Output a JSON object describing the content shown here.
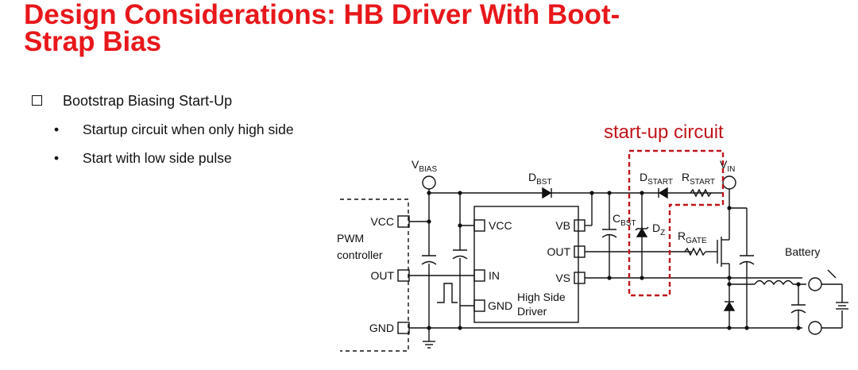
{
  "slide": {
    "title_line1": "Design Considerations: HB Driver With Boot-",
    "title_line2": "Strap Bias",
    "bullet": "Bootstrap Biasing Start-Up",
    "sub_bullets": [
      "Startup circuit when only high side",
      "Start with low side pulse"
    ]
  },
  "diagram": {
    "highlight_label": "start-up circuit",
    "highlight_color": "#c0141a",
    "vbias": {
      "main": "V",
      "sub": "BIAS"
    },
    "vin": {
      "main": "V",
      "sub": "IN"
    },
    "dbst": {
      "main": "D",
      "sub": "BST"
    },
    "cbst": {
      "main": "C",
      "sub": "BST"
    },
    "dstart": {
      "main": "D",
      "sub": "START"
    },
    "rstart": {
      "main": "R",
      "sub": "START"
    },
    "dz": {
      "main": "D",
      "sub": "Z"
    },
    "rgate": {
      "main": "R",
      "sub": "GATE"
    },
    "battery": "Battery",
    "pwm": {
      "line1": "PWM",
      "line2": "controller",
      "pins": [
        "VCC",
        "OUT",
        "GND"
      ]
    },
    "driver": {
      "left_pins": [
        "VCC",
        "IN",
        "GND"
      ],
      "right_pins": [
        "VB",
        "OUT",
        "VS"
      ],
      "name_line1": "High Side",
      "name_line2": "Driver"
    }
  }
}
